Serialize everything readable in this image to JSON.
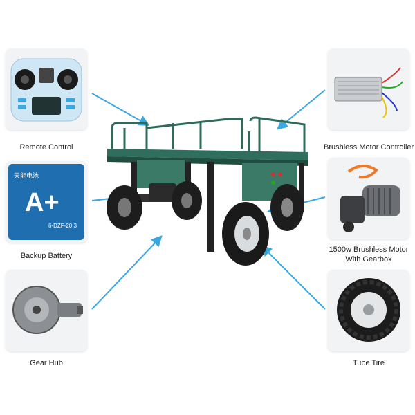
{
  "accent_color": "#3aa7e0",
  "vehicle": {
    "icon": "electric-utility-cart-illustration"
  },
  "components": [
    {
      "id": "remote-control",
      "label": "Remote Control",
      "icon": "remote-control-icon"
    },
    {
      "id": "backup-battery",
      "label": "Backup Battery",
      "icon": "battery-icon",
      "battery_brand": "天能电池",
      "battery_grade": "A+",
      "battery_model": "6-DZF-20.3"
    },
    {
      "id": "gear-hub",
      "label": "Gear Hub",
      "icon": "gear-hub-icon"
    },
    {
      "id": "brushless-motor-controller",
      "label": "Brushless Motor Controller",
      "icon": "motor-controller-icon"
    },
    {
      "id": "brushless-motor-gearbox",
      "label_line1": "1500w Brushless Motor",
      "label_line2": "With Gearbox",
      "icon": "motor-gearbox-icon"
    },
    {
      "id": "tube-tire",
      "label": "Tube Tire",
      "icon": "tire-icon"
    }
  ]
}
